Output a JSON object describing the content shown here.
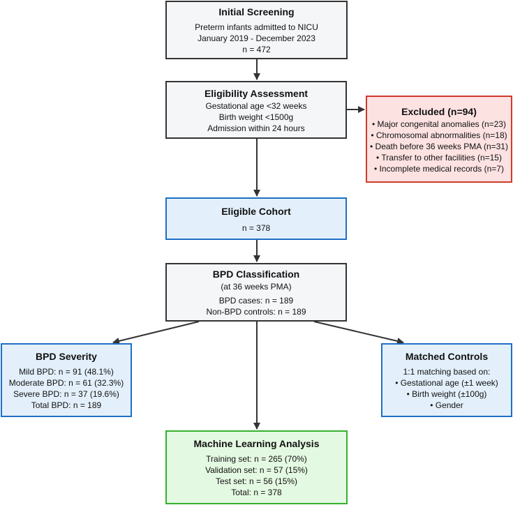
{
  "colors": {
    "neutral_fill": "#f5f6f8",
    "neutral_border": "#333333",
    "blue_fill": "#e3f0fb",
    "blue_border": "#1f6fc5",
    "red_fill": "#fde2e2",
    "red_border": "#d03a2b",
    "green_fill": "#e4f9e1",
    "green_border": "#35b02f",
    "arrow": "#333333"
  },
  "screening": {
    "title": "Initial Screening",
    "lines": [
      "Preterm infants admitted to NICU",
      "January 2019 - December 2023",
      "n = 472"
    ]
  },
  "eligibility": {
    "title": "Eligibility Assessment",
    "lines": [
      "Gestational age <32 weeks",
      "Birth weight <1500g",
      "Admission within 24 hours"
    ]
  },
  "excluded": {
    "title": "Excluded (n=94)",
    "lines": [
      "• Major congenital anomalies (n=23)",
      "• Chromosomal abnormalities (n=18)",
      "• Death before 36 weeks PMA (n=31)",
      "• Transfer to other facilities (n=15)",
      "• Incomplete medical records (n=7)"
    ]
  },
  "cohort": {
    "title": "Eligible Cohort",
    "lines": [
      "n = 378"
    ]
  },
  "classification": {
    "title": "BPD Classification",
    "subtitle": "(at 36 weeks PMA)",
    "lines": [
      "BPD cases: n = 189",
      "Non-BPD controls: n = 189"
    ]
  },
  "severity": {
    "title": "BPD Severity",
    "lines": [
      "Mild BPD: n = 91 (48.1%)",
      "Moderate BPD: n = 61 (32.3%)",
      "Severe BPD: n = 37 (19.6%)",
      "Total BPD: n = 189"
    ]
  },
  "controls": {
    "title": "Matched Controls",
    "lines": [
      "1:1 matching based on:",
      "• Gestational age (±1 week)",
      "• Birth weight (±100g)",
      "• Gender"
    ]
  },
  "ml": {
    "title": "Machine Learning Analysis",
    "lines": [
      "Training set: n = 265 (70%)",
      "Validation set: n = 57 (15%)",
      "Test set: n = 56 (15%)",
      "Total: n = 378"
    ]
  }
}
